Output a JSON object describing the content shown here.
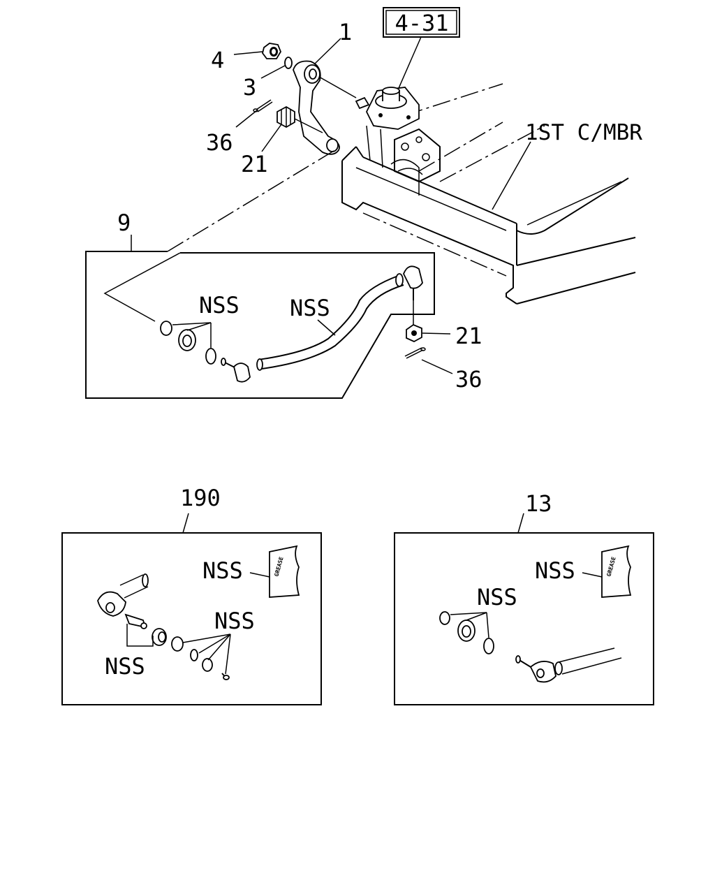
{
  "callouts": {
    "ref_box": "4-31",
    "c1": "1",
    "c4": "4",
    "c3": "3",
    "c36_top": "36",
    "c21_top": "21",
    "c1st_cmbr": "1ST C/MBR",
    "c9": "9",
    "nss_left": "NSS",
    "nss_rod": "NSS",
    "c21_right": "21",
    "c36_right": "36",
    "c190": "190",
    "nss_190_grease": "NSS",
    "nss_190_mid": "NSS",
    "nss_190_low": "NSS",
    "c13": "13",
    "nss_13_grease": "NSS",
    "nss_13_mid": "NSS"
  },
  "labels": {
    "grease_190": "GREASE",
    "grease_13": "GREASE"
  }
}
